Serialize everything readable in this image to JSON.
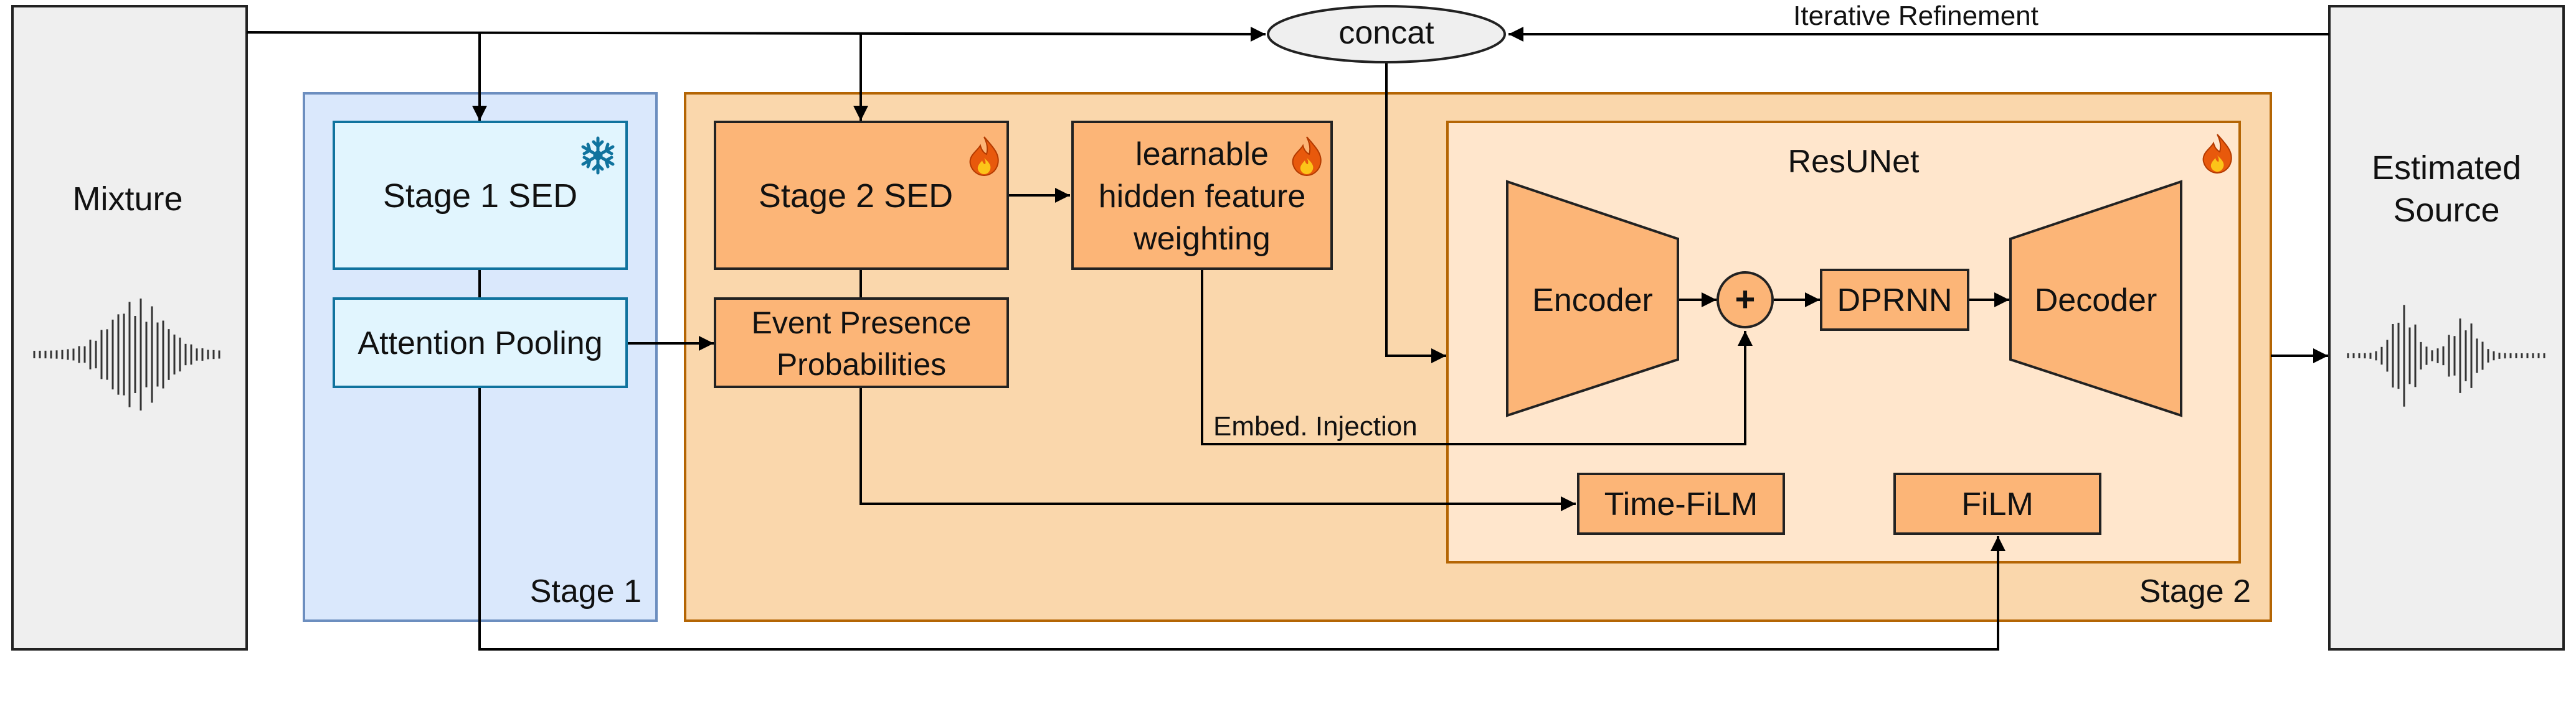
{
  "left_panel": {
    "label": "Mixture"
  },
  "right_panel": {
    "label_line1": "Estimated",
    "label_line2": "Source"
  },
  "concat": {
    "label": "concat"
  },
  "iterative_refinement": {
    "label": "Iterative Refinement"
  },
  "stage1": {
    "label": "Stage 1",
    "sed_label": "Stage 1 SED",
    "attention_pooling_label": "Attention Pooling"
  },
  "stage2": {
    "label": "Stage 2",
    "sed_label": "Stage 2 SED",
    "event_presence_line1": "Event Presence",
    "event_presence_line2": "Probabilities",
    "weighting_line1": "learnable",
    "weighting_line2": "hidden feature",
    "weighting_line3": "weighting",
    "embed_injection_label": "Embed. Injection"
  },
  "resunet": {
    "label": "ResUNet",
    "encoder_label": "Encoder",
    "plus_label": "+",
    "dprnn_label": "DPRNN",
    "decoder_label": "Decoder",
    "time_film_label": "Time-FiLM",
    "film_label": "FiLM"
  },
  "icons": {
    "frozen": "snowflake-icon",
    "trainable": "fire-icon"
  },
  "colors": {
    "panel_gray": "#efefef",
    "stage1_fill": "#dae8fc",
    "stage1_border": "#6c8ebf",
    "stage1_box_fill": "#e1f5fe",
    "stage1_box_border": "#10739e",
    "stage2_fill": "#fad7ac",
    "stage2_border": "#b46504",
    "box_orange": "#fcb577",
    "resunet_fill": "#ffe6cc",
    "snowflake": "#10739e",
    "flame_outer": "#e8590c",
    "flame_inner": "#fcc419"
  }
}
